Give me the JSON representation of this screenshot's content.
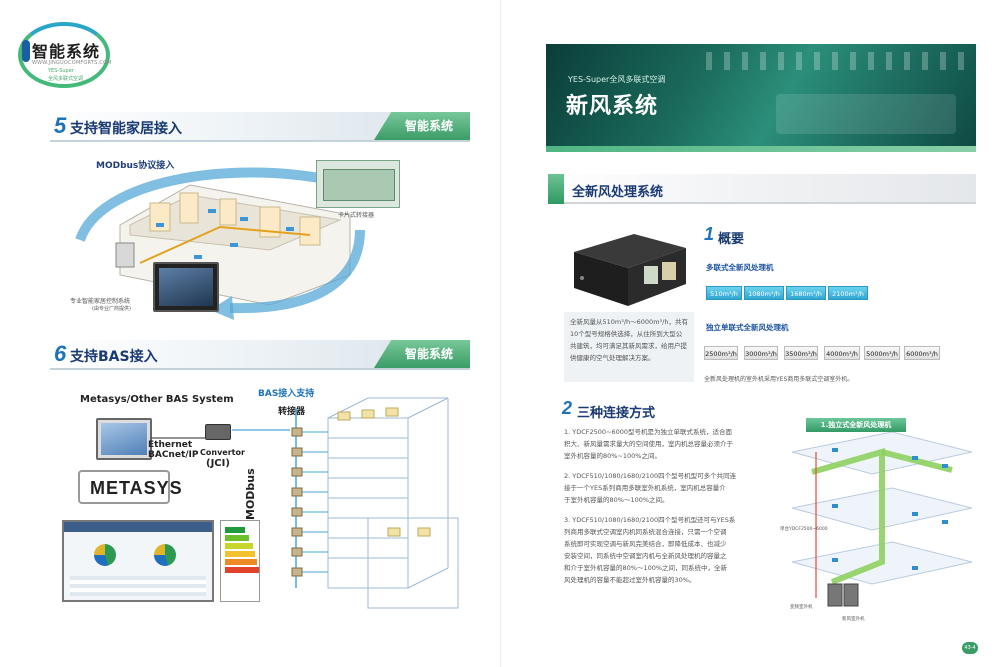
{
  "logo": {
    "name": "智能系统",
    "url": "WWW.JINGUOCOMFORTS.COM",
    "line1": "YES-Super",
    "line2": "全风多联式空调"
  },
  "left": {
    "section5": {
      "num": "5",
      "title": "支持智能家居接入",
      "tag": "智能系统"
    },
    "modbus_label": "MODbus协议接入",
    "card_label": "卡片式转接器",
    "panel_label": "专业智能家居控制系统",
    "panel_sublabel": "(由专业厂商提供)",
    "section6": {
      "num": "6",
      "title": "支持BAS接入",
      "tag": "智能系统"
    },
    "bas_title": "Metasys/Other BAS System",
    "bas_support": "BAS接入支持",
    "adapter": "转接器",
    "ethernet_1": "Ethernet",
    "ethernet_2": "BACnet/IP",
    "converter_1": "Convertor",
    "converter_2": "(JCI)",
    "metasys": "METASYS",
    "modbus_vertical": "MODbus"
  },
  "right": {
    "hero_sub": "YES-Super全风多联式空调",
    "hero_title": "新风系统",
    "banner_title": "全新风处理系统",
    "unit_desc": "全新风量从510m³/h～6000m³/h，共有10个型号规格供选择，从住所到大型公共建筑，均可满足其新风需求，给用户提供健康的空气处理解决方案。",
    "overview": {
      "num": "1",
      "title": "概要"
    },
    "multi_title": "多联式全新风处理机",
    "multi_chips": [
      "510m³/h",
      "1080m³/h",
      "1680m³/h",
      "2100m³/h"
    ],
    "single_title": "独立单联式全新风处理机",
    "single_chips": [
      "2500m³/h",
      "3000m³/h",
      "3500m³/h",
      "4000m³/h",
      "5000m³/h",
      "6000m³/h"
    ],
    "outdoor_note": "全新风处理机的室外机采用YES商用多联式空调室外机。",
    "connect": {
      "num": "2",
      "title": "三种连接方式"
    },
    "p1": [
      "1. YDCF2500~6000型号机是为独立单联式系统，适合面",
      "积大、新风量需求量大的空间使用，室内机总容量必须介于",
      "室外机容量的80%~100%之间。"
    ],
    "p2": [
      "2. YDCF510/1080/1680/2100四个型号机型可多个共同连",
      "接于一个YES系列商用多联室外机系统，室内机总容量介",
      "于室外机容量的80%～100%之间。"
    ],
    "p3": [
      "3. YDCF510/1080/1680/2100四个型号机型还可与YES系",
      "列商用多联式空调室内机同系统混合连接，只需一个空调",
      "系统即可实现空调与新风完美结合，即降低成本、也减少",
      "安装空间，同系统中空调室内机与全新风处理机的容量之",
      "和介于室外机容量的80%～100%之间，同系统中，全新",
      "风处理机的容量不能超过室外机容量的30%。"
    ],
    "diagram_badge": "1.独立式全新风处理机",
    "diagram_label1": "单台YDCF2500~6000",
    "diagram_label2": "变频室外机",
    "diagram_label3": "新风室外机"
  },
  "page_number": "43-4"
}
